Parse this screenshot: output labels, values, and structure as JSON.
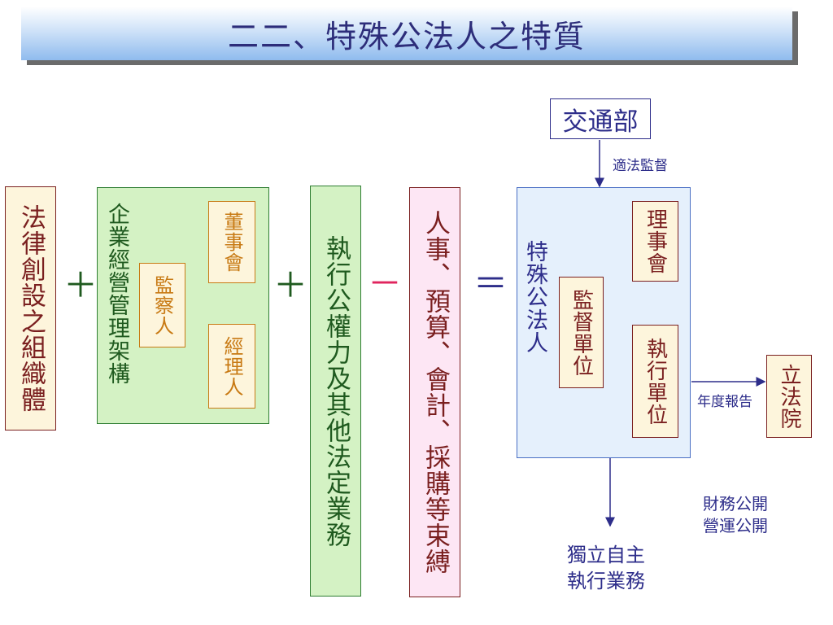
{
  "title": "二二、特殊公法人之特質",
  "left_formula": {
    "legal_entity": "法律創設之組織體",
    "plus1": "＋",
    "corp_structure": {
      "label": "企業經營管理架構",
      "supervisor": "監察人",
      "board": "董事會",
      "manager": "經理人"
    },
    "plus2": "＋",
    "public_duties": "執行公權力及其他法定業務",
    "minus": "－",
    "constraints": "人事、預算、會計、採購等束縛",
    "equals": "＝"
  },
  "right_org": {
    "ministry": "交通部",
    "oversight_label": "適法監督",
    "entity_label": "特殊公法人",
    "supervisory_unit": "監督單位",
    "board": "理事會",
    "executive_unit": "執行單位",
    "annual_report_label": "年度報告",
    "legislature": "立法院",
    "disclosure_1": "財務公開",
    "disclosure_2": "營運公開",
    "autonomy_1": "獨立自主",
    "autonomy_2": "執行業務"
  },
  "colors": {
    "title_text": "#2d2d7a",
    "dark_red": "#7a1f1f",
    "box_beige": "#fdf5dc",
    "green_fill": "#d4f2c4",
    "green_text": "#1f5a1f",
    "orange": "#c87a14",
    "pink_fill": "#fde6f4",
    "blue_fill": "#e5f0fc",
    "blue_text": "#2d2d8a",
    "minus_red": "#e0245e"
  }
}
